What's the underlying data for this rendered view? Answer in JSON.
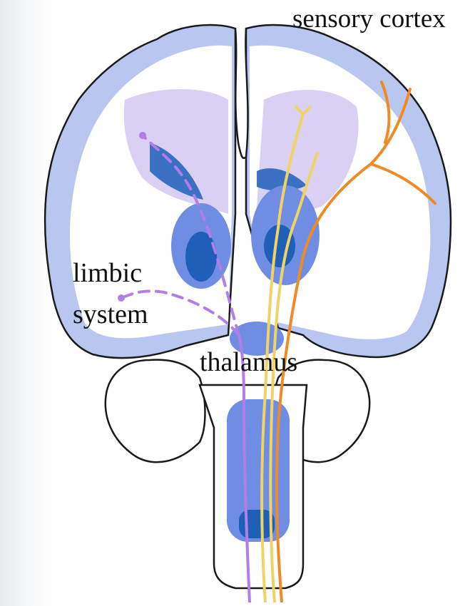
{
  "labels": {
    "sensory_cortex": "sensory cortex",
    "limbic_line1": "limbic",
    "limbic_line2": "system",
    "thalamus": "thalamus"
  },
  "colors": {
    "outline": "#1a1a1a",
    "cortex_band": "#b9c6f0",
    "white_matter_violet": "#d9d0f3",
    "nucleus_blue": "#6f8ee3",
    "nucleus_dark": "#1f5fb8",
    "pathway_purple": "#b07ee6",
    "pathway_yellow": "#f0d463",
    "pathway_orange": "#f08a25"
  }
}
